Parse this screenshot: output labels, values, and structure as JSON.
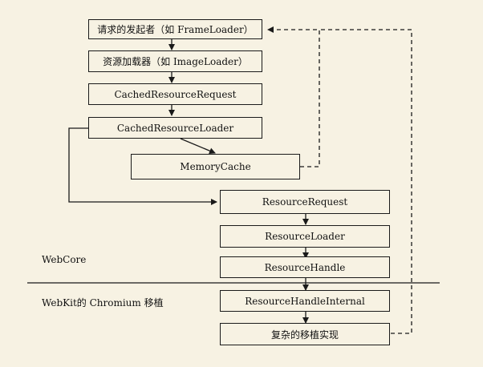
{
  "boxes": {
    "requester": "请求的发起者（如 FrameLoader）",
    "resource_loader_cn": "资源加载器（如 ImageLoader）",
    "cached_resource_request": "CachedResourceRequest",
    "cached_resource_loader": "CachedResourceLoader",
    "memory_cache": "MemoryCache",
    "resource_request": "ResourceRequest",
    "resource_loader": "ResourceLoader",
    "resource_handle": "ResourceHandle",
    "resource_handle_internal": "ResourceHandleInternal",
    "complex_port": "复杂的移植实现"
  },
  "layers": {
    "webcore": "WebCore",
    "webkit_chromium": "WebKit的 Chromium 移植"
  },
  "colors": {
    "background": "#f7f2e3",
    "line": "#1a1a1a"
  }
}
